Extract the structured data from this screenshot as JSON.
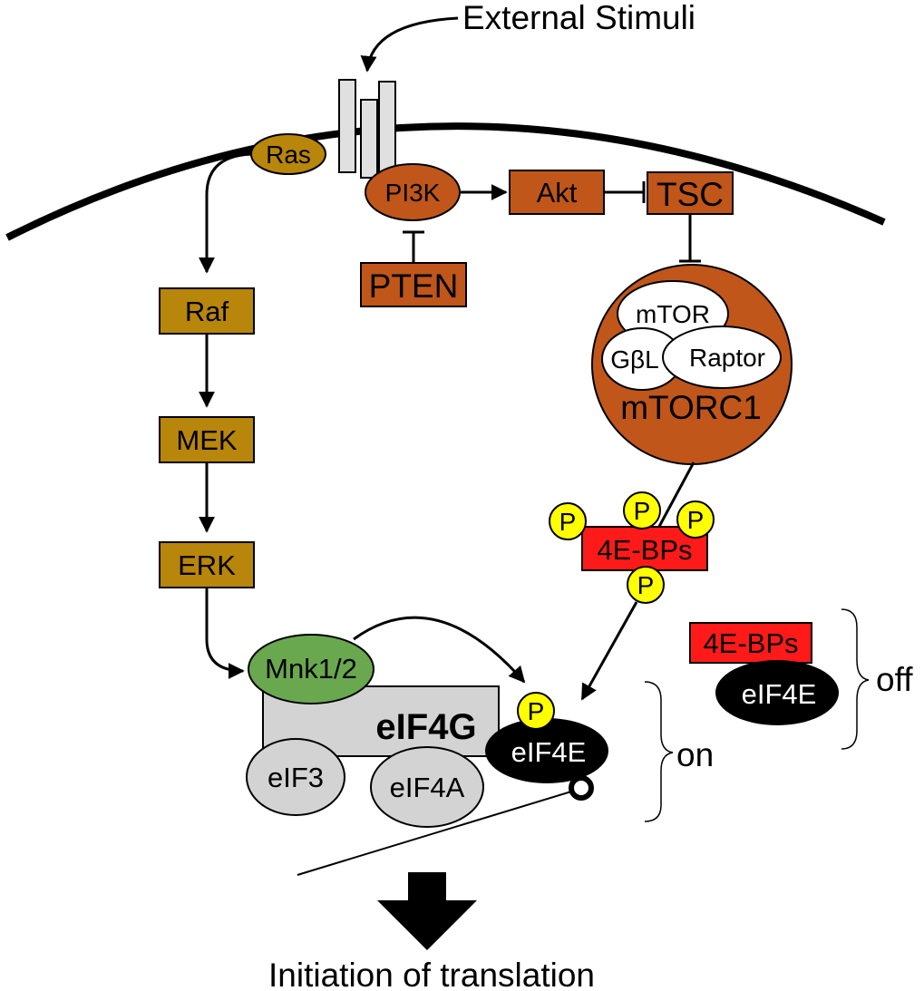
{
  "labels": {
    "external_stimuli": "External Stimuli",
    "ras": "Ras",
    "pi3k": "PI3K",
    "akt": "Akt",
    "tsc": "TSC",
    "pten": "PTEN",
    "raf": "Raf",
    "mek": "MEK",
    "erk": "ERK",
    "mtor": "mTOR",
    "gbl": "GβL",
    "raptor": "Raptor",
    "mtorc1": "mTORC1",
    "p": "P",
    "four_ebps": "4E-BPs",
    "mnk": "Mnk1/2",
    "eif4g": "eIF4G",
    "eif3": "eIF3",
    "eif4a": "eIF4A",
    "eif4e": "eIF4E",
    "on": "on",
    "off": "off",
    "initiation": "Initiation of translation"
  },
  "colors": {
    "pi3k_pathway": "#c0561a",
    "mapk_pathway": "#b8860b",
    "mnk": "#6aa84f",
    "four_ebps": "#ff1a1a",
    "phosphate": "#ffff00",
    "complex_gray": "#d3d3d3",
    "eif4e": "#000000",
    "membrane": "#000000"
  }
}
